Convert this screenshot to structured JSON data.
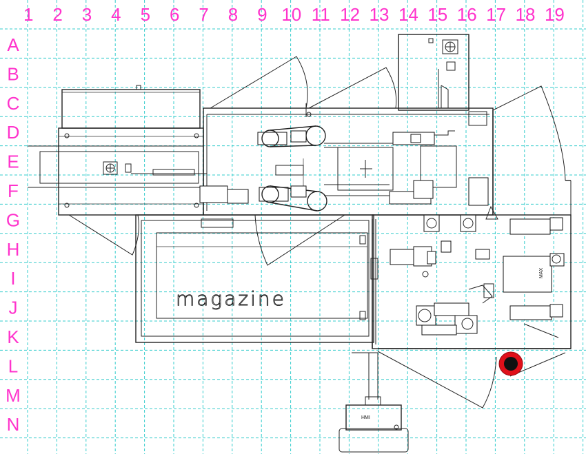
{
  "grid": {
    "columns": [
      "1",
      "2",
      "3",
      "4",
      "5",
      "6",
      "7",
      "8",
      "9",
      "10",
      "11",
      "12",
      "13",
      "14",
      "15",
      "16",
      "17",
      "18",
      "19"
    ],
    "rows": [
      "A",
      "B",
      "C",
      "D",
      "E",
      "F",
      "G",
      "H",
      "I",
      "J",
      "K",
      "L",
      "M",
      "N"
    ],
    "line_color": "#33cccc",
    "label_color": "#ff33cc"
  },
  "labels": {
    "magazine": "magazine",
    "hmi": "HMI",
    "motor_tag": "MAX"
  },
  "colors": {
    "emergency_stop_outer": "#e0101a",
    "emergency_stop_inner": "#111111"
  }
}
